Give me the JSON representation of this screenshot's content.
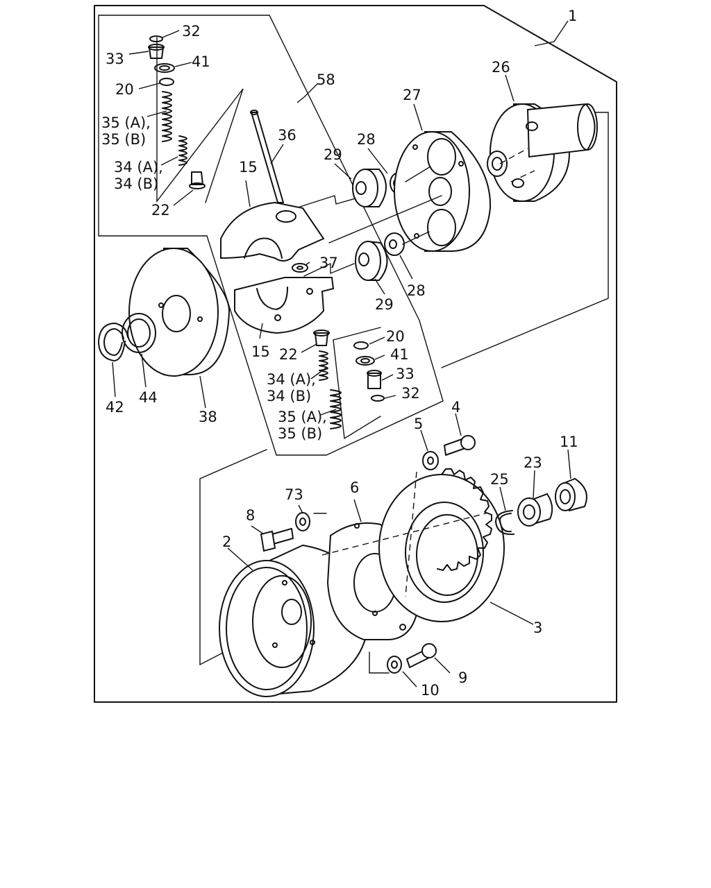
{
  "callouts": [
    {
      "id": "c1",
      "text": "1"
    },
    {
      "id": "c2",
      "text": "2"
    },
    {
      "id": "c3",
      "text": "3"
    },
    {
      "id": "c4",
      "text": "4"
    },
    {
      "id": "c5",
      "text": "5"
    },
    {
      "id": "c6",
      "text": "6"
    },
    {
      "id": "c8",
      "text": "8"
    },
    {
      "id": "c9",
      "text": "9"
    },
    {
      "id": "c10",
      "text": "10"
    },
    {
      "id": "c11",
      "text": "11"
    },
    {
      "id": "c15a",
      "text": "15"
    },
    {
      "id": "c15b",
      "text": "15"
    },
    {
      "id": "c20a",
      "text": "20"
    },
    {
      "id": "c20b",
      "text": "20"
    },
    {
      "id": "c22a",
      "text": "22"
    },
    {
      "id": "c22b",
      "text": "22"
    },
    {
      "id": "c23",
      "text": "23"
    },
    {
      "id": "c25",
      "text": "25"
    },
    {
      "id": "c26",
      "text": "26"
    },
    {
      "id": "c27",
      "text": "27"
    },
    {
      "id": "c28a",
      "text": "28"
    },
    {
      "id": "c28b",
      "text": "28"
    },
    {
      "id": "c29a",
      "text": "29"
    },
    {
      "id": "c29b",
      "text": "29"
    },
    {
      "id": "c32a",
      "text": "32"
    },
    {
      "id": "c32b",
      "text": "32"
    },
    {
      "id": "c33a",
      "text": "33"
    },
    {
      "id": "c33b",
      "text": "33"
    },
    {
      "id": "c34a1",
      "text": "34 (A),"
    },
    {
      "id": "c34a2",
      "text": "34 (B)"
    },
    {
      "id": "c34b1",
      "text": "34 (A),"
    },
    {
      "id": "c34b2",
      "text": "34 (B)"
    },
    {
      "id": "c35a1",
      "text": "35 (A),"
    },
    {
      "id": "c35a2",
      "text": "35 (B)"
    },
    {
      "id": "c35b1",
      "text": "35 (A),"
    },
    {
      "id": "c35b2",
      "text": "35 (B)"
    },
    {
      "id": "c36",
      "text": "36"
    },
    {
      "id": "c37",
      "text": "37"
    },
    {
      "id": "c38",
      "text": "38"
    },
    {
      "id": "c41a",
      "text": "41"
    },
    {
      "id": "c41b",
      "text": "41"
    },
    {
      "id": "c42",
      "text": "42"
    },
    {
      "id": "c44",
      "text": "44"
    },
    {
      "id": "c58",
      "text": "58"
    },
    {
      "id": "c73",
      "text": "73"
    }
  ]
}
